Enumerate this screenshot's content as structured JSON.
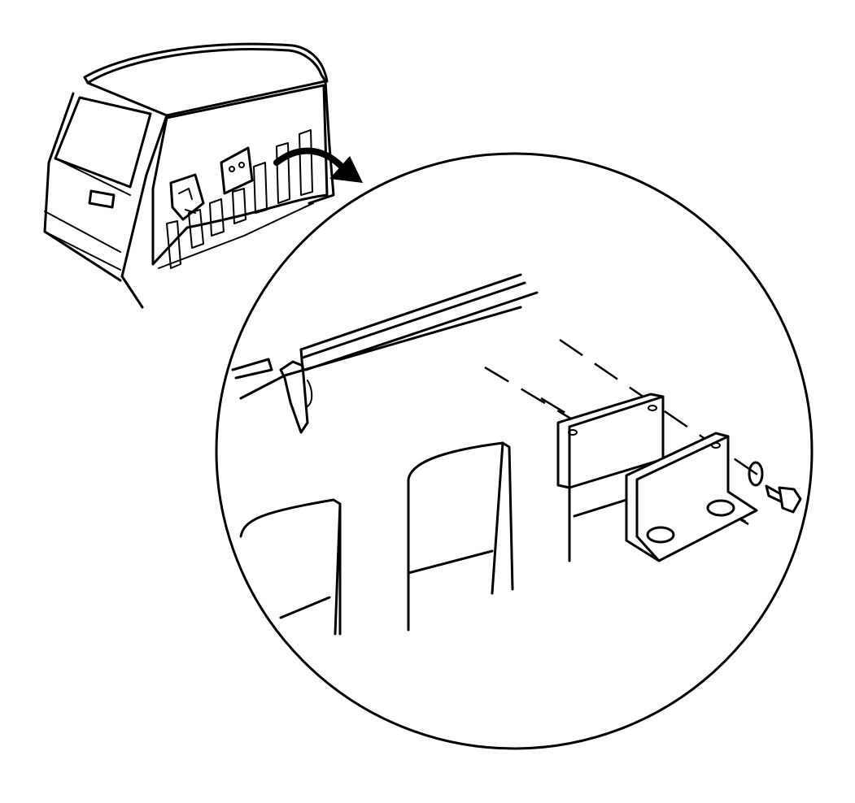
{
  "diagram": {
    "type": "exploded-view line illustration",
    "colors": {
      "line": "#000000",
      "background": "#ffffff"
    },
    "parts": [
      "truck-cab-rear-panel",
      "detail-callout-circle",
      "bracket-plate",
      "angle-bracket",
      "washer",
      "bolt"
    ]
  }
}
